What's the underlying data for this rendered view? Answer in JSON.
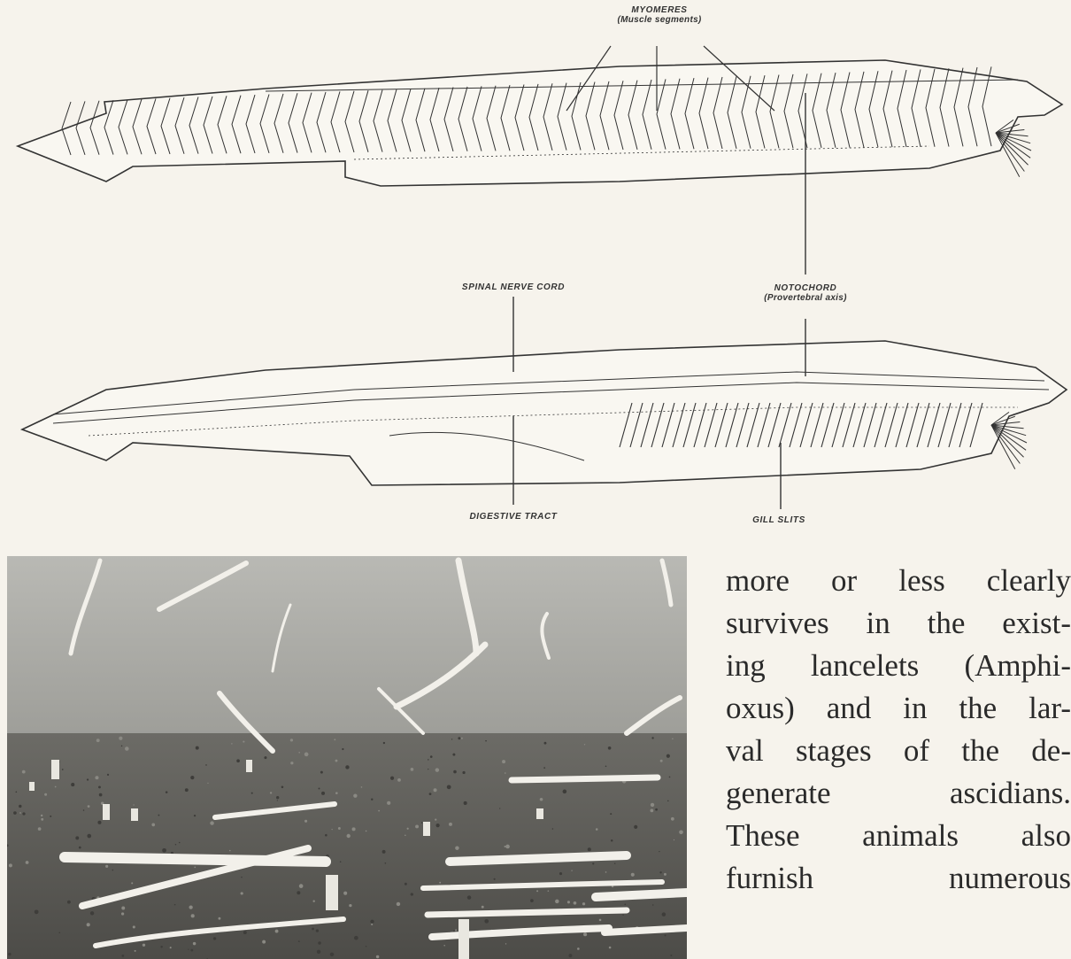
{
  "labels": {
    "myomeres": "MYOMERES",
    "myomeres_sub": "(Muscle segments)",
    "spinal": "SPINAL NERVE CORD",
    "notochord": "NOTOCHORD",
    "notochord_sub": "(Provertebral axis)",
    "digestive": "DIGESTIVE TRACT",
    "gill": "GILL SLITS"
  },
  "body_text": {
    "lines": [
      "more or less clearly",
      "survives in the exist-",
      "ing lancelets (Amphi-",
      "oxus) and in the lar-",
      "val stages of the de-",
      "generate ascidians.",
      "These animals also",
      "furnish numerous"
    ]
  }
}
